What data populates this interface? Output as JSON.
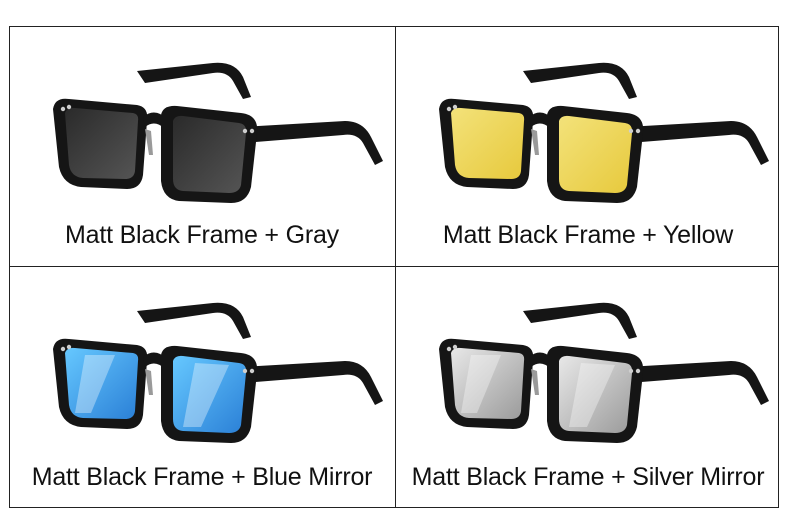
{
  "variants": [
    {
      "label": "Matt Black Frame + Gray",
      "lens": "gray",
      "lens_top": "#2a2a2a",
      "lens_bottom": "#555555"
    },
    {
      "label": "Matt Black Frame + Yellow",
      "lens": "yellow",
      "lens_top": "#f3e27a",
      "lens_bottom": "#e7c93c"
    },
    {
      "label": "Matt Black Frame + Blue Mirror",
      "lens": "blue-mirror",
      "lens_top": "#66c8ff",
      "lens_bottom": "#2a7fd6"
    },
    {
      "label": "Matt Black Frame + Silver Mirror",
      "lens": "silver-mirror",
      "lens_top": "#e8e8e8",
      "lens_bottom": "#9a9a9a"
    }
  ],
  "colors": {
    "frame": "#151515",
    "border": "#222222"
  }
}
